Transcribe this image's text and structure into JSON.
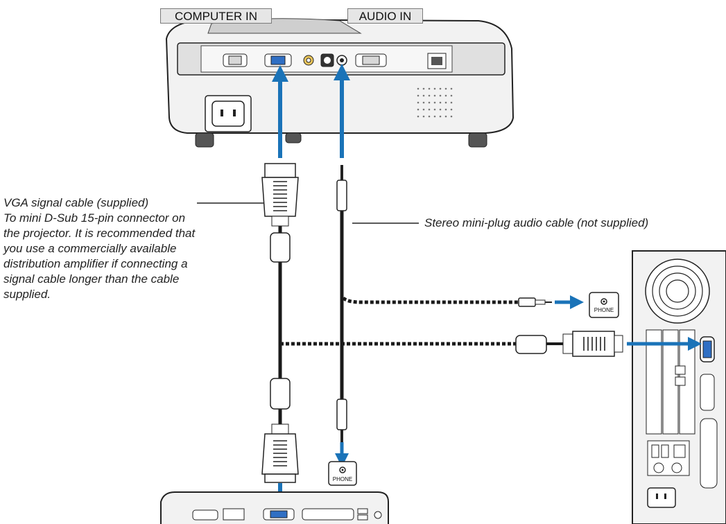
{
  "labels": {
    "computer_in": "COMPUTER IN",
    "audio_in": "AUDIO IN"
  },
  "captions": {
    "vga_cable": [
      "VGA signal cable (supplied)",
      "To mini D-Sub 15-pin connector on",
      "the projector. It is recommended that",
      "you use a commercially available",
      "distribution amplifier if connecting a",
      "signal cable longer than the cable",
      "supplied."
    ],
    "audio_cable": "Stereo mini-plug audio cable (not supplied)"
  },
  "phone_jacks": {
    "desktop": "PHONE",
    "laptop": "PHONE"
  },
  "colors": {
    "arrow": "#1a73b8",
    "cable": "#1a1a1a",
    "device_fill": "#f2f2f2",
    "device_stroke": "#222222",
    "vga_port": "#2f6fc4",
    "label_bg": "#e6e6e6"
  },
  "icons": [
    "projector",
    "laptop",
    "desktop-computer",
    "vga-connector",
    "audio-plug",
    "headphone-jack",
    "power-inlet"
  ]
}
